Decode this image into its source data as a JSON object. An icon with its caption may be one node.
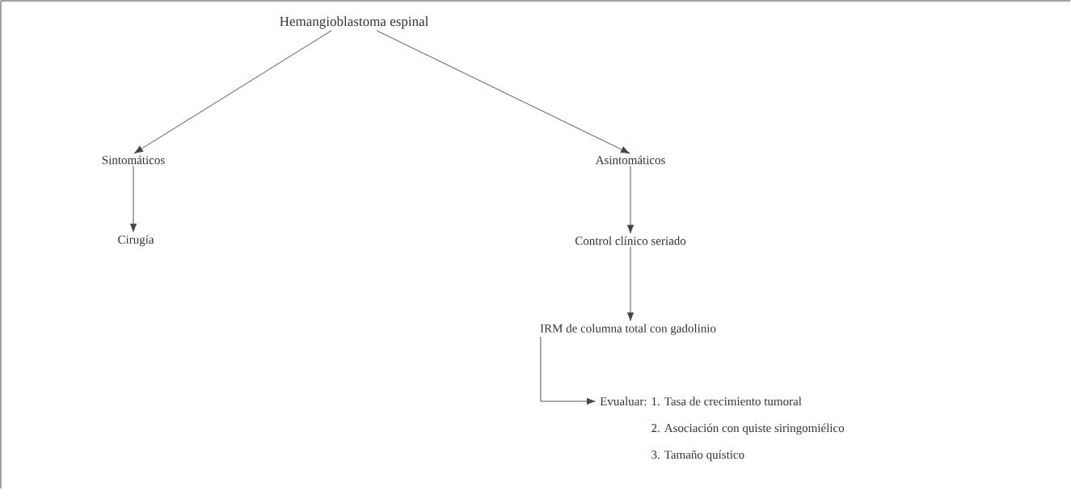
{
  "diagram": {
    "nodes": [
      {
        "text": [
          "Hemangioblastoma espinal"
        ]
      },
      {
        "text": [
          "Sintomáticos"
        ]
      },
      {
        "text": [
          "Asintomáticos"
        ]
      },
      {
        "text": [
          "Cirugía"
        ]
      },
      {
        "text": [
          "Control clínico seriado"
        ]
      },
      {
        "text": [
          "IRM de columna total con gadolinio"
        ]
      },
      {
        "text": [
          "Evualuar:",
          "1. Tasa de crecimiento tumoral",
          "2. Asociación con quiste siringomiélico",
          "3. Tamaño quístico"
        ]
      }
    ],
    "edges": [
      {
        "from": 0,
        "to": 1,
        "arrow": "to"
      },
      {
        "from": 0,
        "to": 2,
        "arrow": "to"
      },
      {
        "from": 1,
        "to": 3,
        "arrow": "to"
      },
      {
        "from": 2,
        "to": 4,
        "arrow": "to"
      },
      {
        "from": 4,
        "to": 5,
        "arrow": "to"
      },
      {
        "from": 5,
        "to": 6,
        "arrow": "to"
      }
    ]
  }
}
